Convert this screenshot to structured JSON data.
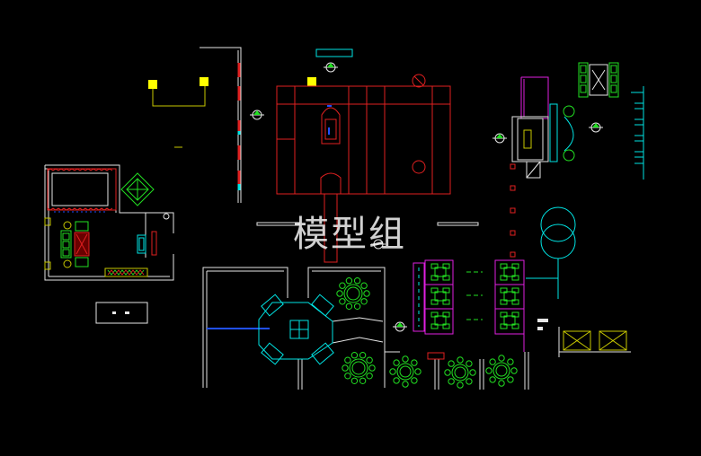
{
  "watermark": {
    "text": "模型组"
  },
  "colors": {
    "background": "#000000",
    "wall": "#e6e6e6",
    "red": "#e02020",
    "cyan": "#00e5e5",
    "green": "#22e022",
    "yellow": "#ffff00",
    "magenta": "#e020e0",
    "olive": "#c8c800"
  },
  "icons": {
    "section-marker": "circle-with-arrow",
    "round-table": "table-with-chairs",
    "square-table": "table-with-four-chairs"
  }
}
